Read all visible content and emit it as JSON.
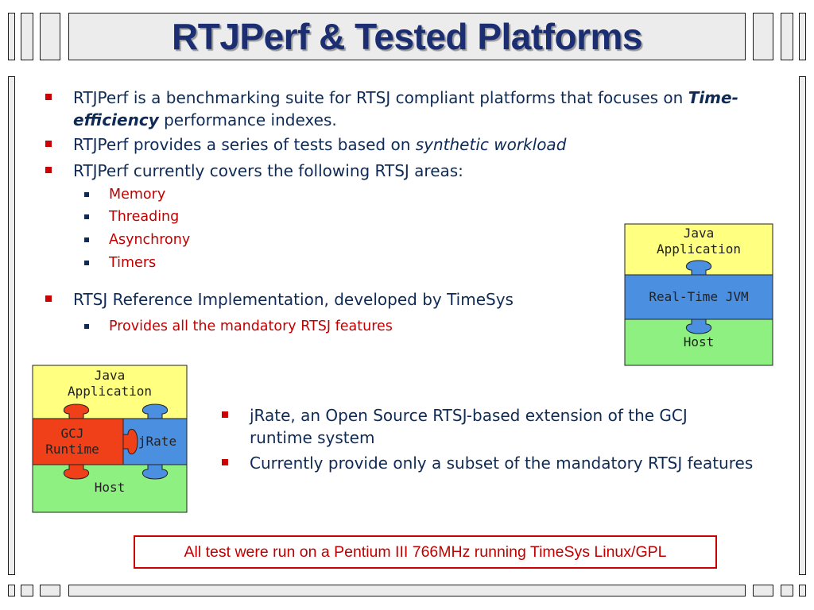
{
  "slide": {
    "title": "RTJPerf & Tested Platforms",
    "bullets": {
      "b1_text": "RTJPerf is a benchmarking suite for RTSJ compliant platforms that focuses on ",
      "b1_em": "Time-efficiency",
      "b1_tail": " performance indexes.",
      "b2_text": "RTJPerf provides a series of tests based on ",
      "b2_em": "synthetic workload",
      "b3_text": "RTJPerf currently covers the following RTSJ areas:",
      "areas": [
        "Memory",
        "Threading",
        "Asynchrony",
        "Timers"
      ],
      "b4_text": "RTSJ Reference Implementation, developed by TimeSys",
      "b4_sub": "Provides all the mandatory RTSJ features",
      "b5_text": "jRate, an Open Source RTSJ-based extension of the GCJ runtime system",
      "b6_text": "Currently provide only a subset of the mandatory RTSJ features"
    },
    "diagram_ri": {
      "top": "Java\nApplication",
      "middle": "Real-Time JVM",
      "bottom": "Host",
      "colors": {
        "top": "#ffff80",
        "middle": "#4b8fe0",
        "bottom": "#8ef080"
      }
    },
    "diagram_jrate": {
      "top": "Java\nApplication",
      "left": "GCJ\nRuntime",
      "right": "jRate",
      "bottom": "Host",
      "colors": {
        "top": "#ffff80",
        "left": "#f0401a",
        "right": "#4b8fe0",
        "bottom": "#8ef080"
      }
    },
    "footer": "All test were run on a Pentium III 766MHz running TimeSys Linux/GPL"
  }
}
